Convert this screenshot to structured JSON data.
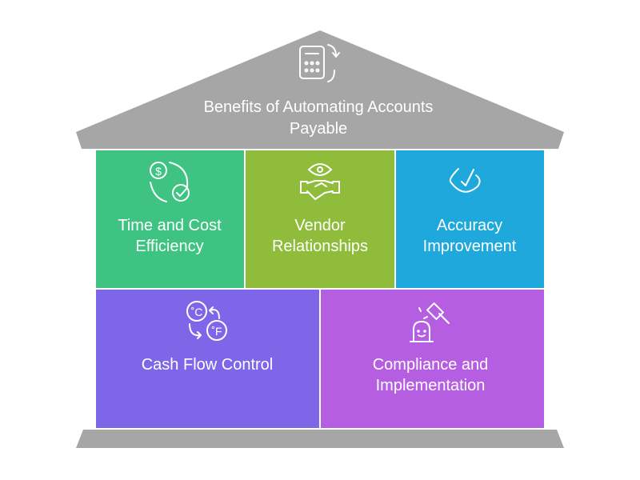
{
  "title": {
    "line1": "Benefits of Automating Accounts",
    "line2": "Payable",
    "icon": "calculator-cycle-icon"
  },
  "colors": {
    "roof": "#a6a6a6",
    "base": "#a6a6a6",
    "time": "#3ec383",
    "vendor": "#8fbc3a",
    "accuracy": "#1fa8dc",
    "cash": "#7e66e8",
    "compliance": "#b65ee2"
  },
  "pillars": [
    {
      "line1": "Time and Cost",
      "line2": "Efficiency",
      "icon": "money-check-cycle-icon"
    },
    {
      "line1": "Vendor",
      "line2": "Relationships",
      "icon": "handshake-eye-icon"
    },
    {
      "line1": "Accuracy",
      "line2": "Improvement",
      "icon": "eye-check-icon"
    },
    {
      "line1": "Cash Flow Control",
      "icon": "currency-exchange-icon"
    },
    {
      "line1": "Compliance and",
      "line2": "Implementation",
      "icon": "gavel-icon"
    }
  ]
}
